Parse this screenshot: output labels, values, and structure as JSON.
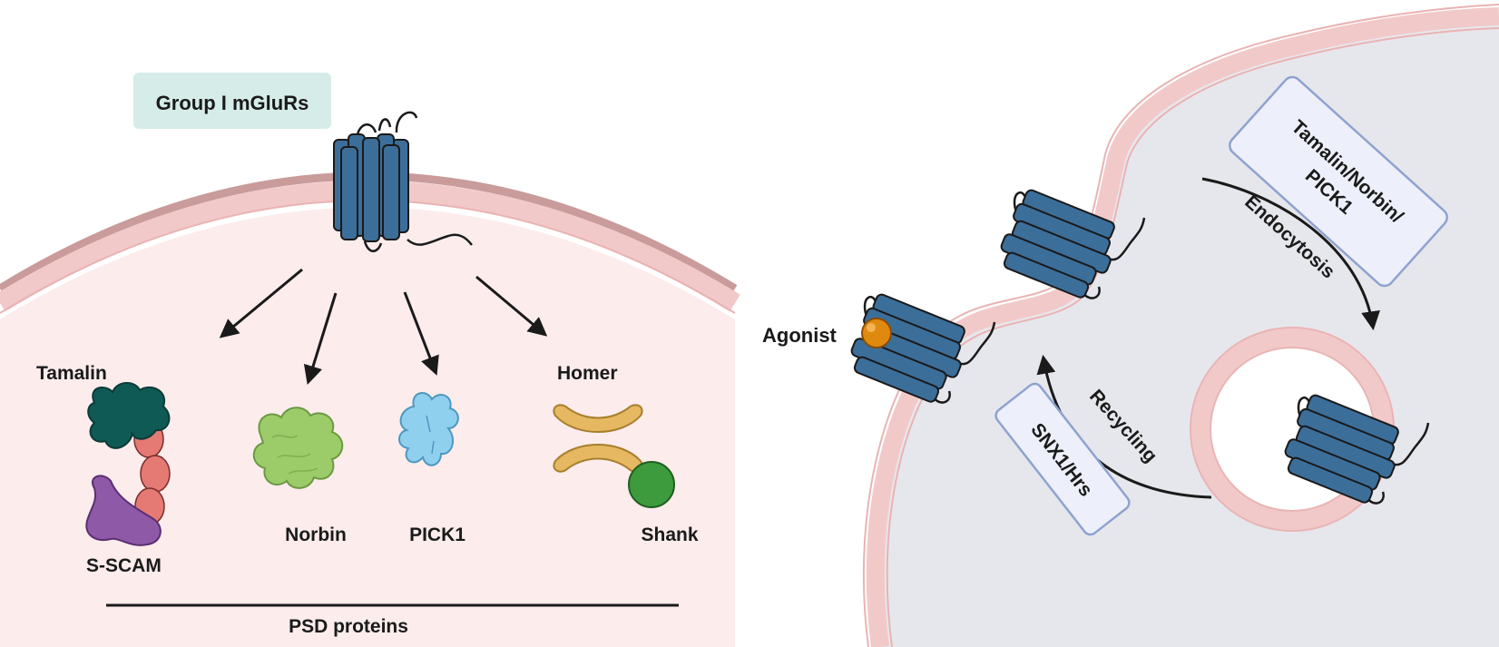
{
  "left_panel": {
    "receptor_label": "Group I mGluRs",
    "proteins": {
      "tamalin": "Tamalin",
      "sscam": "S-SCAM",
      "norbin": "Norbin",
      "pick1": "PICK1",
      "homer": "Homer",
      "shank": "Shank"
    },
    "bracket_label": "PSD proteins"
  },
  "right_panel": {
    "agonist_label": "Agonist",
    "endocytosis_box": [
      "Tamalin/Norbin/",
      "PICK1"
    ],
    "endocytosis_label": "Endocytosis",
    "recycling_label": "Recycling",
    "recycling_box": "SNX1/Hrs"
  },
  "colors": {
    "receptor": "#3c6e9a",
    "membrane": "#f2c9c9",
    "cytoplasm_left": "#fcecec",
    "cytoplasm_right": "#e6e7ec",
    "tamalin": "#0f5a55",
    "sscam": "#8e5aa8",
    "linker": "#e57a74",
    "norbin": "#9ccb6a",
    "pick1": "#8fd0ee",
    "homer": "#e6b862",
    "shank": "#3d9b3d",
    "agonist": "#e0890f",
    "label_box": "#d5ece8",
    "info_box": "#edf0fa"
  }
}
